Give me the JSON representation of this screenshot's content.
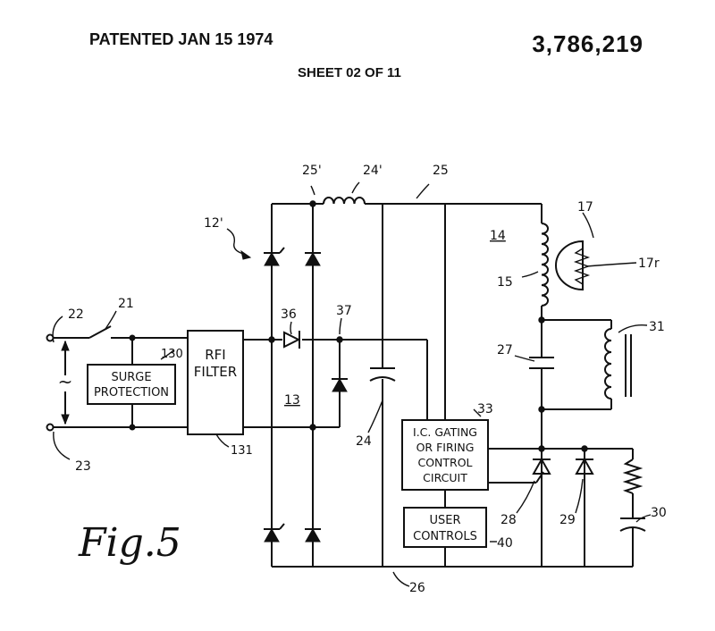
{
  "header": {
    "patented": "PATENTED JAN 15 1974",
    "patent_number": "3,786,219",
    "sheet": "SHEET  02 OF  11"
  },
  "figure_label": "Fig.5",
  "blocks": {
    "surge": [
      "SURGE",
      "PROTECTION"
    ],
    "rfi": [
      "RFI",
      "FILTER"
    ],
    "gating": [
      "I.C. GATING",
      "OR FIRING",
      "CONTROL",
      "CIRCUIT"
    ],
    "user": [
      "USER",
      "CONTROLS"
    ]
  },
  "refs": {
    "r12p": "12'",
    "r13": "13",
    "r14": "14",
    "r15": "15",
    "r17": "17",
    "r17r": "17r",
    "r21": "21",
    "r22": "22",
    "r23": "23",
    "r24": "24",
    "r24p": "24'",
    "r25": "25",
    "r25p": "25'",
    "r26": "26",
    "r27": "27",
    "r28": "28",
    "r29": "29",
    "r30": "30",
    "r31": "31",
    "r33": "33",
    "r36": "36",
    "r37": "37",
    "r40": "40",
    "r130": "130",
    "r131": "131"
  },
  "ac_symbol": "~"
}
